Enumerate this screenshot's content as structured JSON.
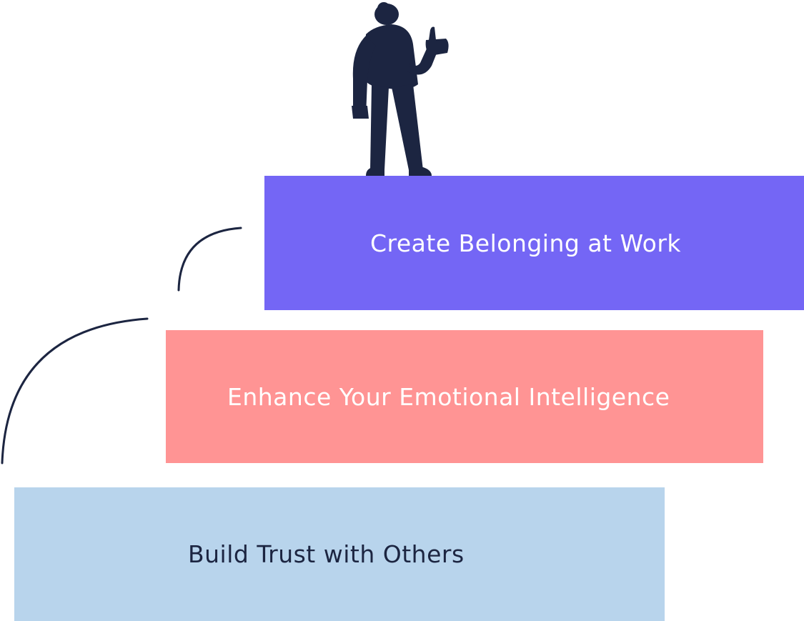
{
  "steps": [
    {
      "id": "top",
      "label": "Create Belonging at Work",
      "bg": "#7466f5",
      "fg": "#ffffff"
    },
    {
      "id": "middle",
      "label": "Enhance Your Emotional Intelligence",
      "bg": "#ff9494",
      "fg": "#ffffff"
    },
    {
      "id": "bottom",
      "label": "Build Trust with Others",
      "bg": "#b8d4ec",
      "fg": "#1c2541"
    }
  ],
  "colors": {
    "figure": "#1c2541",
    "arc": "#1c2541"
  },
  "figure_icon": "person-thumbs-up-icon"
}
